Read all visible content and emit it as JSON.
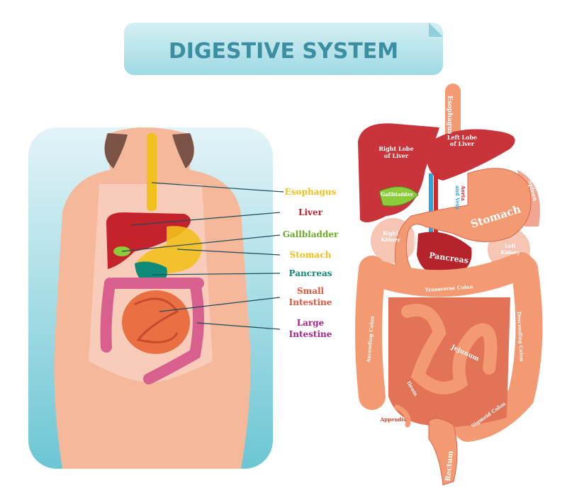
{
  "title": "DIGESTIVE SYSTEM",
  "left_labels": {
    "esophagus": "Esophagus",
    "liver": "Liver",
    "gallbladder": "Gallbladder",
    "stomach": "Stomach",
    "pancreas": "Pancreas",
    "small_intestine_1": "Small",
    "small_intestine_2": "Intestine",
    "large_intestine_1": "Large",
    "large_intestine_2": "Intestine"
  },
  "right_labels": {
    "esophagus": "Esophagus",
    "right_lobe_1": "Right Lobe",
    "right_lobe_2": "of Liver",
    "left_lobe_1": "Left Lobe",
    "left_lobe_2": "of Liver",
    "gallbladder": "Gallbladder",
    "aorta": "Aorta",
    "vein": "and Vein",
    "spleen": "Spleen",
    "stomach": "Stomach",
    "right_kidney_1": "Right",
    "right_kidney_2": "Kidney",
    "left_kidney_1": "Left",
    "left_kidney_2": "Kidney",
    "duodenum": "Duodenum",
    "pancreas": "Pancreas",
    "transverse_colon": "Transverse Colon",
    "ascending_colon": "Ascending Colon",
    "descending_colon": "Descending Colon",
    "jejunum": "Jejunum",
    "ileum": "Ileum",
    "appendix": "Appendix",
    "sigmoid_colon": "Sigmoid Colon",
    "rectum": "Rectum"
  },
  "colors": {
    "esophagus": "#f2c01c",
    "liver": "#c4232b",
    "gallbladder": "#6aae24",
    "stomach": "#f2c01c",
    "pancreas": "#0e8a78",
    "small_intestine": "#e8553a",
    "large_intestine": "#a3268c",
    "title": "#3b8fa0",
    "banner": "#bfe7ee"
  }
}
